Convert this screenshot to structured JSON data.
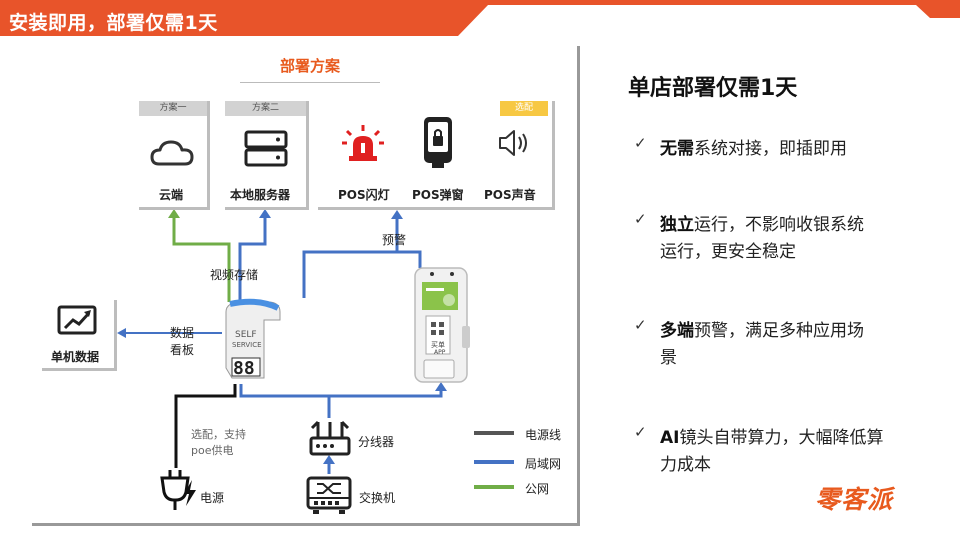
{
  "header": {
    "title": "安装即用，部署仅需1天",
    "color": "#e8542a"
  },
  "diagram": {
    "title": "部署方案",
    "plan1_tag": "方案一",
    "plan2_tag": "方案二",
    "optional_tag": "选配",
    "cloud_label": "云端",
    "server_label": "本地服务器",
    "pos_flash_label": "POS闪灯",
    "pos_popup_label": "POS弹窗",
    "pos_sound_label": "POS声音",
    "alert_label": "预警",
    "video_storage_label": "视频存储",
    "data_board_line1": "数据",
    "data_board_line2": "看板",
    "standalone_data_label": "单机数据",
    "device_text_line1": "SELF",
    "device_text_line2": "SERVICE",
    "kiosk_text_1": "买单",
    "kiosk_text_2": "APP",
    "note_text": "选配，支持poe供电",
    "splitter_label": "分线器",
    "switch_label": "交换机",
    "power_label": "电源",
    "legend": [
      {
        "label": "电源线",
        "color": "#555555"
      },
      {
        "label": "局域网",
        "color": "#4472c4"
      },
      {
        "label": "公网",
        "color": "#70ad47"
      }
    ]
  },
  "right": {
    "title": "单店部署仅需1天",
    "bullets": [
      {
        "bold": "无需",
        "rest": "系统对接，即插即用"
      },
      {
        "bold": "独立",
        "rest": "运行，不影响收银系统运行，更安全稳定"
      },
      {
        "bold": "多端",
        "rest": "预警，满足多种应用场景"
      },
      {
        "bold": "AI",
        "rest": "镜头自带算力，大幅降低算力成本"
      }
    ],
    "check_glyph": "✓"
  },
  "brand": {
    "name": "零客派"
  }
}
